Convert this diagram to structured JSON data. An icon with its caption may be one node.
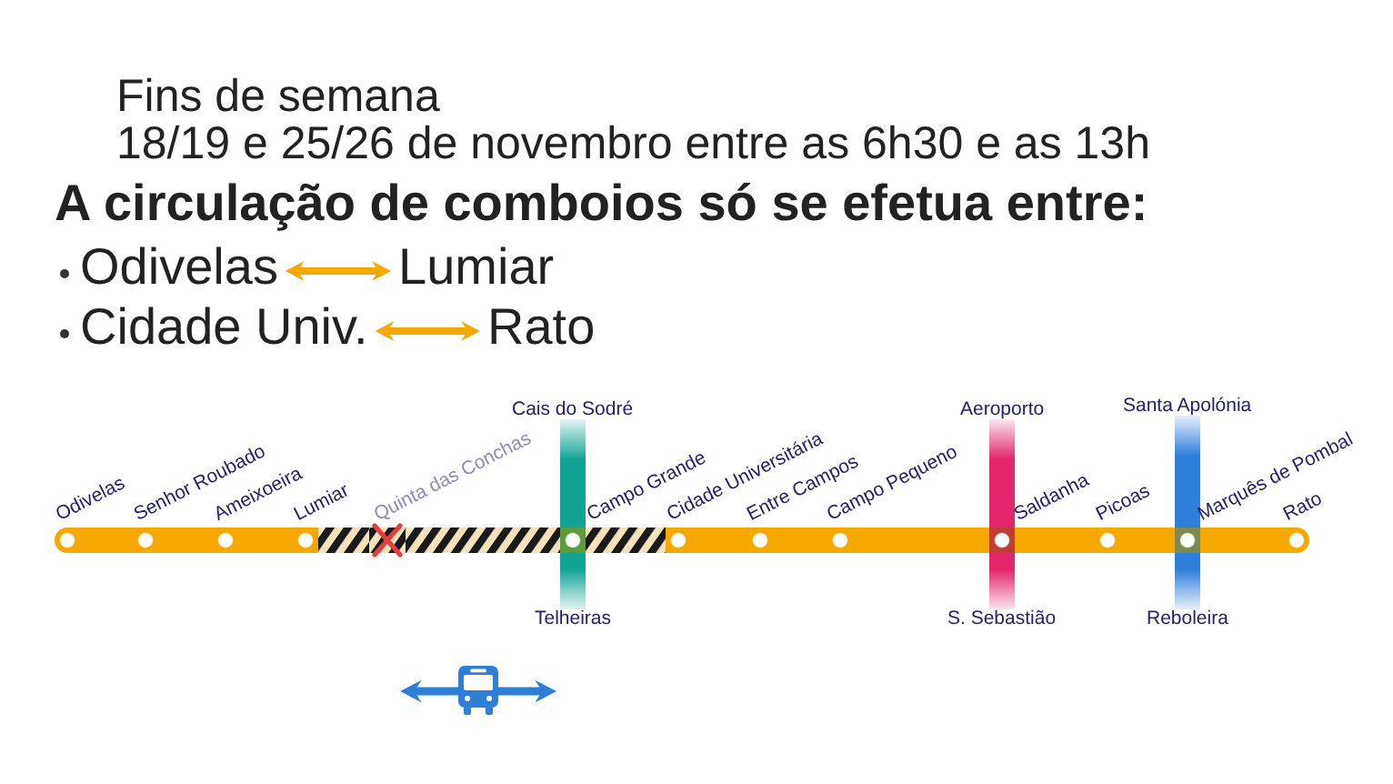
{
  "diagram": {
    "nodes": [
      {
        "text": [
          "Odivelas"
        ]
      },
      {
        "text": [
          "Lumiar"
        ]
      },
      {
        "text": [
          "Cidade Univ."
        ]
      },
      {
        "text": [
          "Rato"
        ]
      },
      {
        "text": [
          "Cais do Sodré"
        ]
      },
      {
        "text": [
          "Aeroporto"
        ]
      },
      {
        "text": [
          "Santa Apolónia"
        ]
      },
      {
        "text": [],
        "shape": "circle",
        "beside": [
          "Odivelas"
        ]
      },
      {
        "text": [],
        "shape": "circle",
        "beside": [
          "Senhor Roubado"
        ]
      },
      {
        "text": [],
        "shape": "circle",
        "beside": [
          "Ameixoeira"
        ]
      },
      {
        "text": [],
        "shape": "circle",
        "beside": [
          "Lumiar"
        ]
      },
      {
        "text": [],
        "shape": "cross",
        "beside": [
          "Quinta das Conchas"
        ]
      },
      {
        "text": [],
        "shape": "circle",
        "beside": [
          "Campo Grande"
        ]
      },
      {
        "text": [],
        "shape": "circle",
        "beside": [
          "Cidade Universitária"
        ]
      },
      {
        "text": [],
        "shape": "circle",
        "beside": [
          "Entre Campos"
        ]
      },
      {
        "text": [],
        "shape": "circle",
        "beside": [
          "Campo Pequeno"
        ]
      },
      {
        "text": [],
        "shape": "circle",
        "beside": [
          "Saldanha"
        ]
      },
      {
        "text": [],
        "shape": "circle",
        "beside": [
          "Picoas"
        ]
      },
      {
        "text": [],
        "shape": "circle",
        "beside": [
          "Marquês de Pombal"
        ]
      },
      {
        "text": [],
        "shape": "circle",
        "beside": [
          "Rato"
        ]
      },
      {
        "text": [
          "Telheiras"
        ]
      },
      {
        "text": [
          "S. Sebastião"
        ]
      },
      {
        "text": [
          "Reboleira"
        ]
      },
      {
        "text": [],
        "shape": "picture"
      }
    ],
    "edges": [
      {
        "from": 0,
        "to": 1,
        "arrow": "both"
      },
      {
        "from": 2,
        "to": 3,
        "arrow": "both"
      },
      {
        "from": 7,
        "to": 8,
        "arrow": "none"
      },
      {
        "from": 8,
        "to": 9,
        "arrow": "none"
      },
      {
        "from": 9,
        "to": 10,
        "arrow": "none"
      },
      {
        "from": 10,
        "to": 11,
        "arrow": "none",
        "style": "dashed",
        "color": "#1a1a1a"
      },
      {
        "from": 11,
        "to": 12,
        "arrow": "none",
        "style": "dashed",
        "color": "#1a1a1a"
      },
      {
        "from": 12,
        "to": 13,
        "arrow": "none",
        "style": "dashed",
        "color": "#1a1a1a"
      },
      {
        "from": 13,
        "to": 14,
        "arrow": "none"
      },
      {
        "from": 14,
        "to": 15,
        "arrow": "none"
      },
      {
        "from": 15,
        "to": 16,
        "arrow": "none"
      },
      {
        "from": 16,
        "to": 17,
        "arrow": "none"
      },
      {
        "from": 17,
        "to": 18,
        "arrow": "none"
      },
      {
        "from": 18,
        "to": 19,
        "arrow": "none"
      },
      {
        "from": 4,
        "to": 12,
        "arrow": "none",
        "color": "#12a595"
      },
      {
        "from": 12,
        "to": 20,
        "arrow": "none",
        "color": "#12a595"
      },
      {
        "from": 5,
        "to": 16,
        "arrow": "none",
        "color": "#e3256b"
      },
      {
        "from": 16,
        "to": 21,
        "arrow": "none",
        "color": "#e3256b"
      },
      {
        "from": 6,
        "to": 18,
        "arrow": "none",
        "color": "#2f7fdc"
      },
      {
        "from": 18,
        "to": 22,
        "arrow": "none",
        "color": "#2f7fdc"
      },
      {
        "from": 23,
        "to": null,
        "arrow": "to",
        "color": "#2f7fd6"
      },
      {
        "from": 23,
        "to": null,
        "arrow": "to",
        "color": "#2f7fd6"
      }
    ],
    "labels": [
      "Fins de semana",
      "18/19 e 25/26 de novembro entre as 6h30 e as 13h",
      "A circulação de comboios só se efetua entre:"
    ]
  }
}
